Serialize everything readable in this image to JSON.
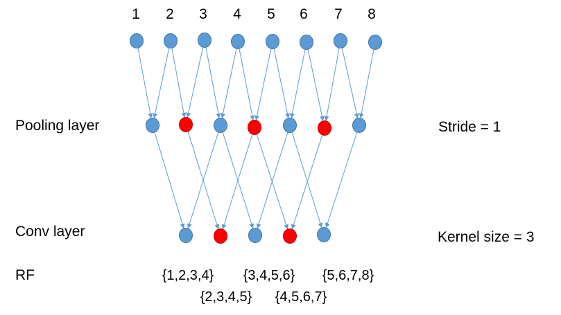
{
  "input_numbers": [
    "1",
    "2",
    "3",
    "4",
    "5",
    "6",
    "7",
    "8"
  ],
  "labels": {
    "pooling": "Pooling layer",
    "conv": "Conv layer",
    "rf": "RF",
    "stride": "Stride = 1",
    "kernel": "Kernel size = 3"
  },
  "rf_sets": {
    "top": [
      "{1,2,3,4}",
      "{3,4,5,6}",
      "{5,6,7,8}"
    ],
    "bottom": [
      "{2,3,4,5}",
      "{4,5,6,7}"
    ]
  },
  "colors": {
    "blue_node": "#5b9bd5",
    "blue_stroke": "#41719c",
    "red_node": "#ff0000",
    "red_stroke": "#c00000",
    "edge": "#5b9bd5"
  },
  "pooling_nodes": [
    "blue",
    "red",
    "blue",
    "red",
    "blue",
    "red",
    "blue"
  ],
  "conv_nodes": [
    "blue",
    "red",
    "blue",
    "red",
    "blue"
  ]
}
